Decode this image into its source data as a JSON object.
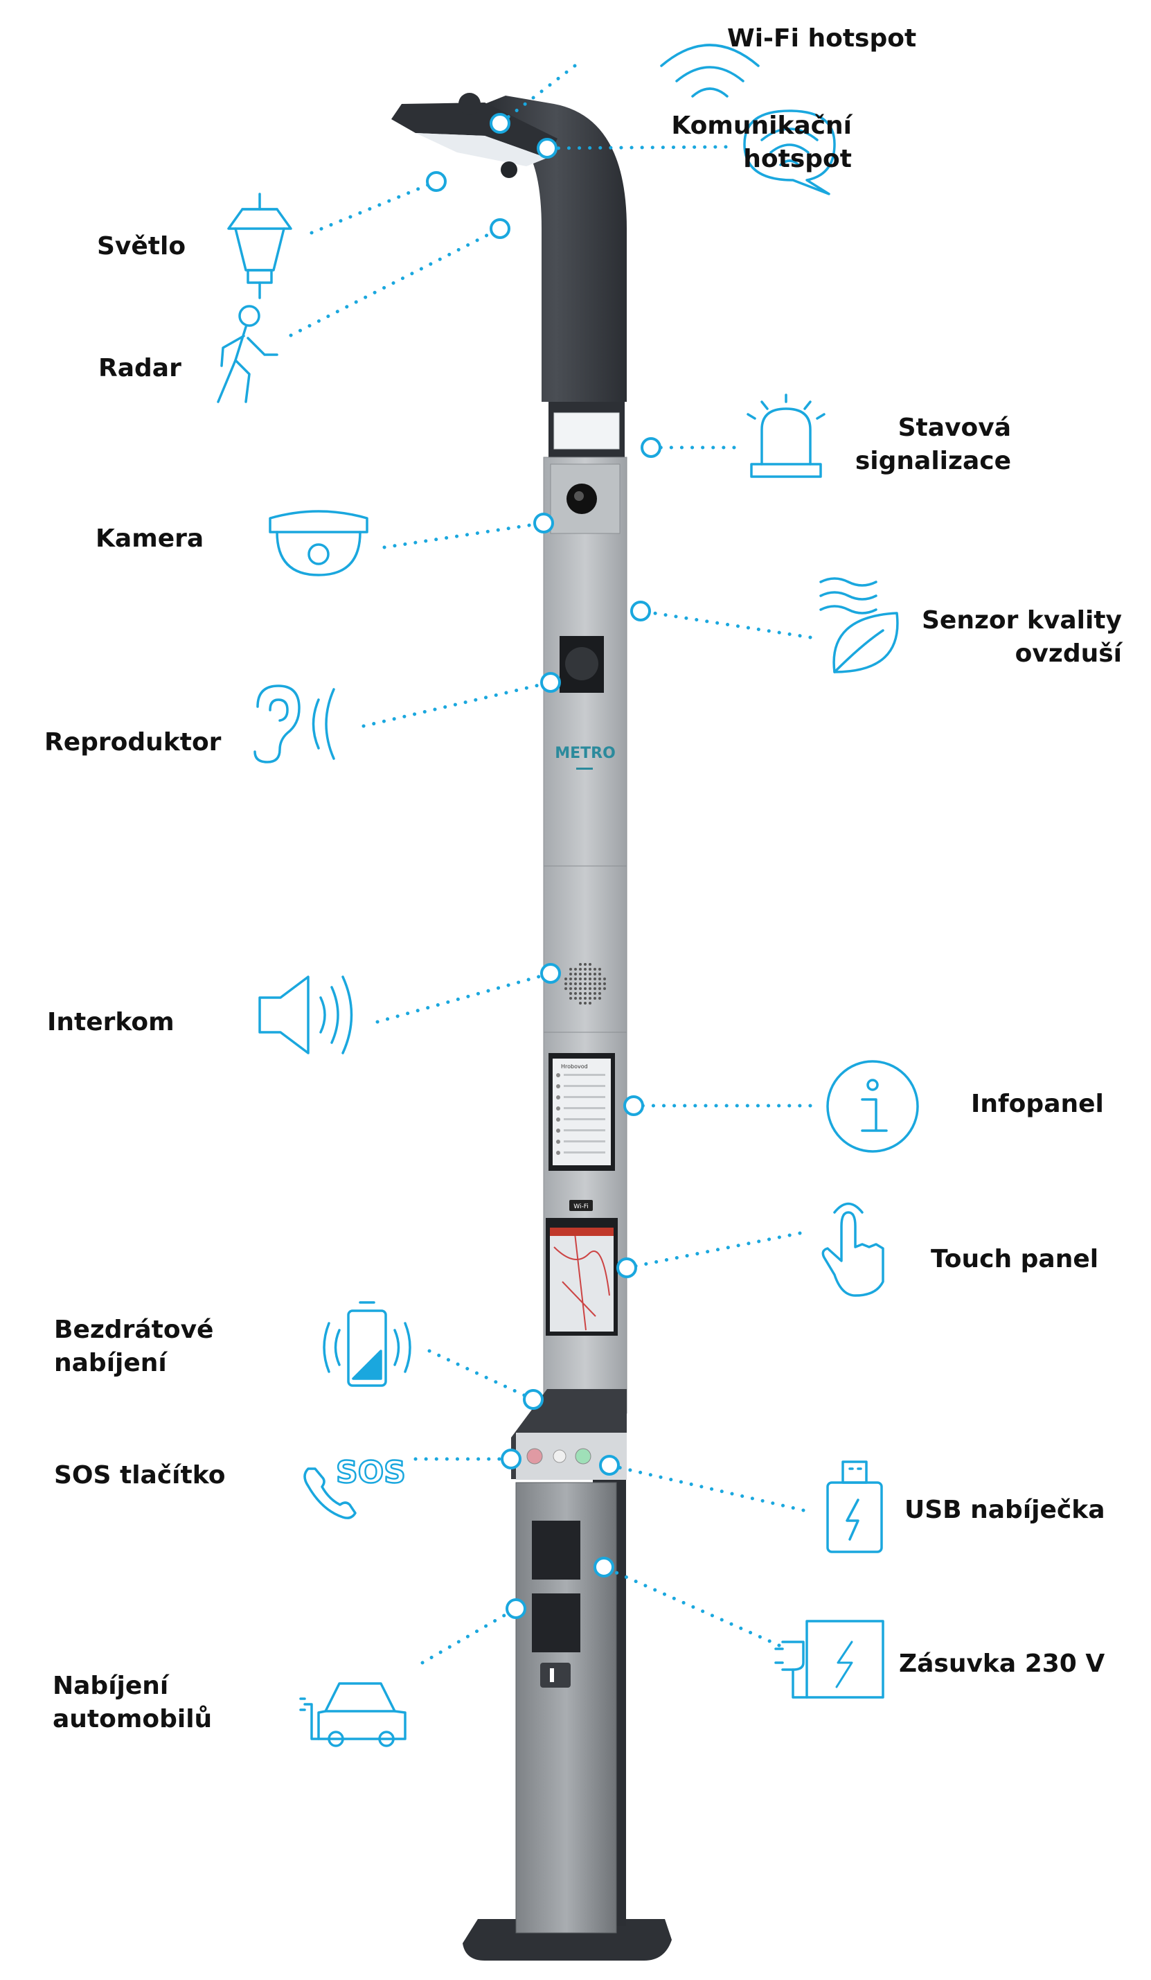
{
  "pole": {
    "brand": "METRO",
    "wifi_badge": "Wi-Fi",
    "screen_title": "Hrobovod"
  },
  "features": [
    {
      "id": "wifi",
      "lines": [
        "Wi-Fi hotspot"
      ],
      "icon": "wifi-icon"
    },
    {
      "id": "comm",
      "lines": [
        "Komunikační",
        "hotspot"
      ],
      "icon": "chat-bubble-icon"
    },
    {
      "id": "light",
      "lines": [
        "Světlo"
      ],
      "icon": "street-lamp-icon"
    },
    {
      "id": "radar",
      "lines": [
        "Radar"
      ],
      "icon": "walking-person-icon"
    },
    {
      "id": "status",
      "lines": [
        "Stavová",
        "signalizace"
      ],
      "icon": "beacon-light-icon"
    },
    {
      "id": "camera",
      "lines": [
        "Kamera"
      ],
      "icon": "dome-camera-icon"
    },
    {
      "id": "air",
      "lines": [
        "Senzor kvality",
        "ovzduší"
      ],
      "icon": "leaf-air-icon"
    },
    {
      "id": "speaker",
      "lines": [
        "Reproduktor"
      ],
      "icon": "ear-icon"
    },
    {
      "id": "intercom",
      "lines": [
        "Interkom"
      ],
      "icon": "speaker-icon"
    },
    {
      "id": "info",
      "lines": [
        "Infopanel"
      ],
      "icon": "info-icon"
    },
    {
      "id": "touch",
      "lines": [
        "Touch panel"
      ],
      "icon": "touch-hand-icon"
    },
    {
      "id": "wireless",
      "lines": [
        "Bezdrátové",
        "nabíjení"
      ],
      "icon": "wireless-battery-icon"
    },
    {
      "id": "sos",
      "lines": [
        "SOS tlačítko"
      ],
      "icon": "sos-phone-icon"
    },
    {
      "id": "usb",
      "lines": [
        "USB nabíječka"
      ],
      "icon": "usb-icon"
    },
    {
      "id": "socket",
      "lines": [
        "Zásuvka 230 V"
      ],
      "icon": "power-plug-icon"
    },
    {
      "id": "ev",
      "lines": [
        "Nabíjení",
        "automobilů"
      ],
      "icon": "ev-car-icon"
    }
  ],
  "colors": {
    "accent": "#1aa7de",
    "pole_dark": "#34383d",
    "panel_light": "#b4b8bc",
    "label": "#111111"
  }
}
